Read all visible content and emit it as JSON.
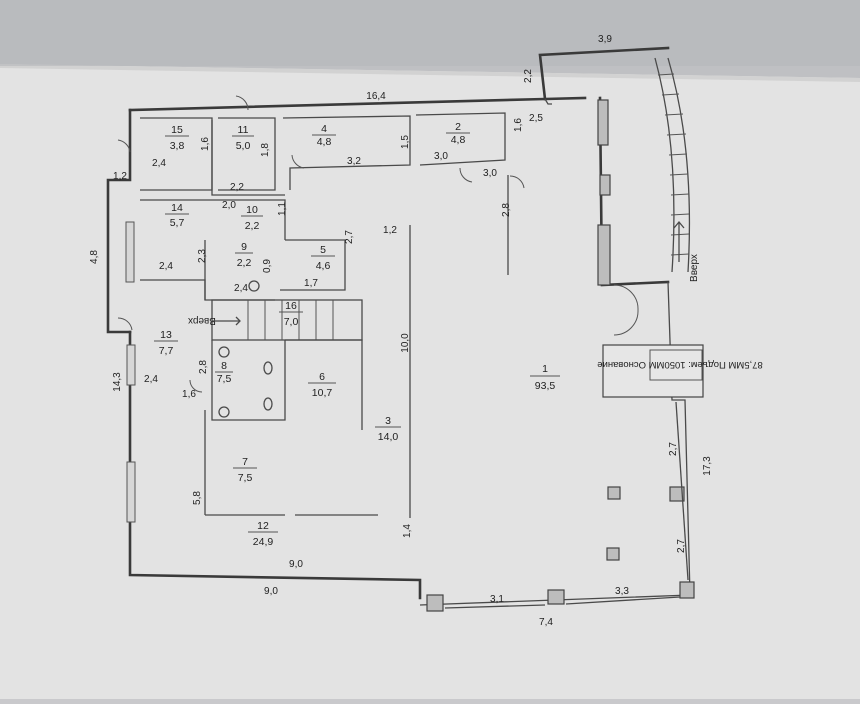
{
  "rooms": [
    {
      "num": "1",
      "area": "93,5"
    },
    {
      "num": "2",
      "area": "4,8"
    },
    {
      "num": "3",
      "area": "14,0"
    },
    {
      "num": "4",
      "area": "4,8"
    },
    {
      "num": "5",
      "area": "4,6"
    },
    {
      "num": "6",
      "area": "10,7"
    },
    {
      "num": "7",
      "area": "7,5"
    },
    {
      "num": "8",
      "area": "7,5"
    },
    {
      "num": "9",
      "area": "2,2"
    },
    {
      "num": "10",
      "area": "2,2"
    },
    {
      "num": "11",
      "area": "5,0"
    },
    {
      "num": "12",
      "area": "24,9"
    },
    {
      "num": "13",
      "area": "7,7"
    },
    {
      "num": "14",
      "area": "5,7"
    },
    {
      "num": "15",
      "area": "3,8"
    },
    {
      "num": "16",
      "area": "7,0"
    }
  ],
  "dimensions": [
    "3,9",
    "2,2",
    "16,4",
    "2,5",
    "1,6",
    "1,5",
    "1,8",
    "1,6",
    "2,4",
    "3,2",
    "3,0",
    "3,0",
    "1,2",
    "2,2",
    "2,0",
    "1,1",
    "2,8",
    "4,8",
    "1,2",
    "2,7",
    "2,4",
    "2,3",
    "0,9",
    "2,4",
    "1,7",
    "10,0",
    "2,8",
    "14,3",
    "2,4",
    "1,6",
    "5,8",
    "1,4",
    "9,0",
    "9,0",
    "3,1",
    "3,3",
    "7,4",
    "2,7",
    "17,3",
    "2,7"
  ],
  "stair_labels": {
    "up_left": "Вверх",
    "up_right": "Вверх"
  },
  "lift_label": "87,5ММ Подъем: 1050ММ Основание"
}
